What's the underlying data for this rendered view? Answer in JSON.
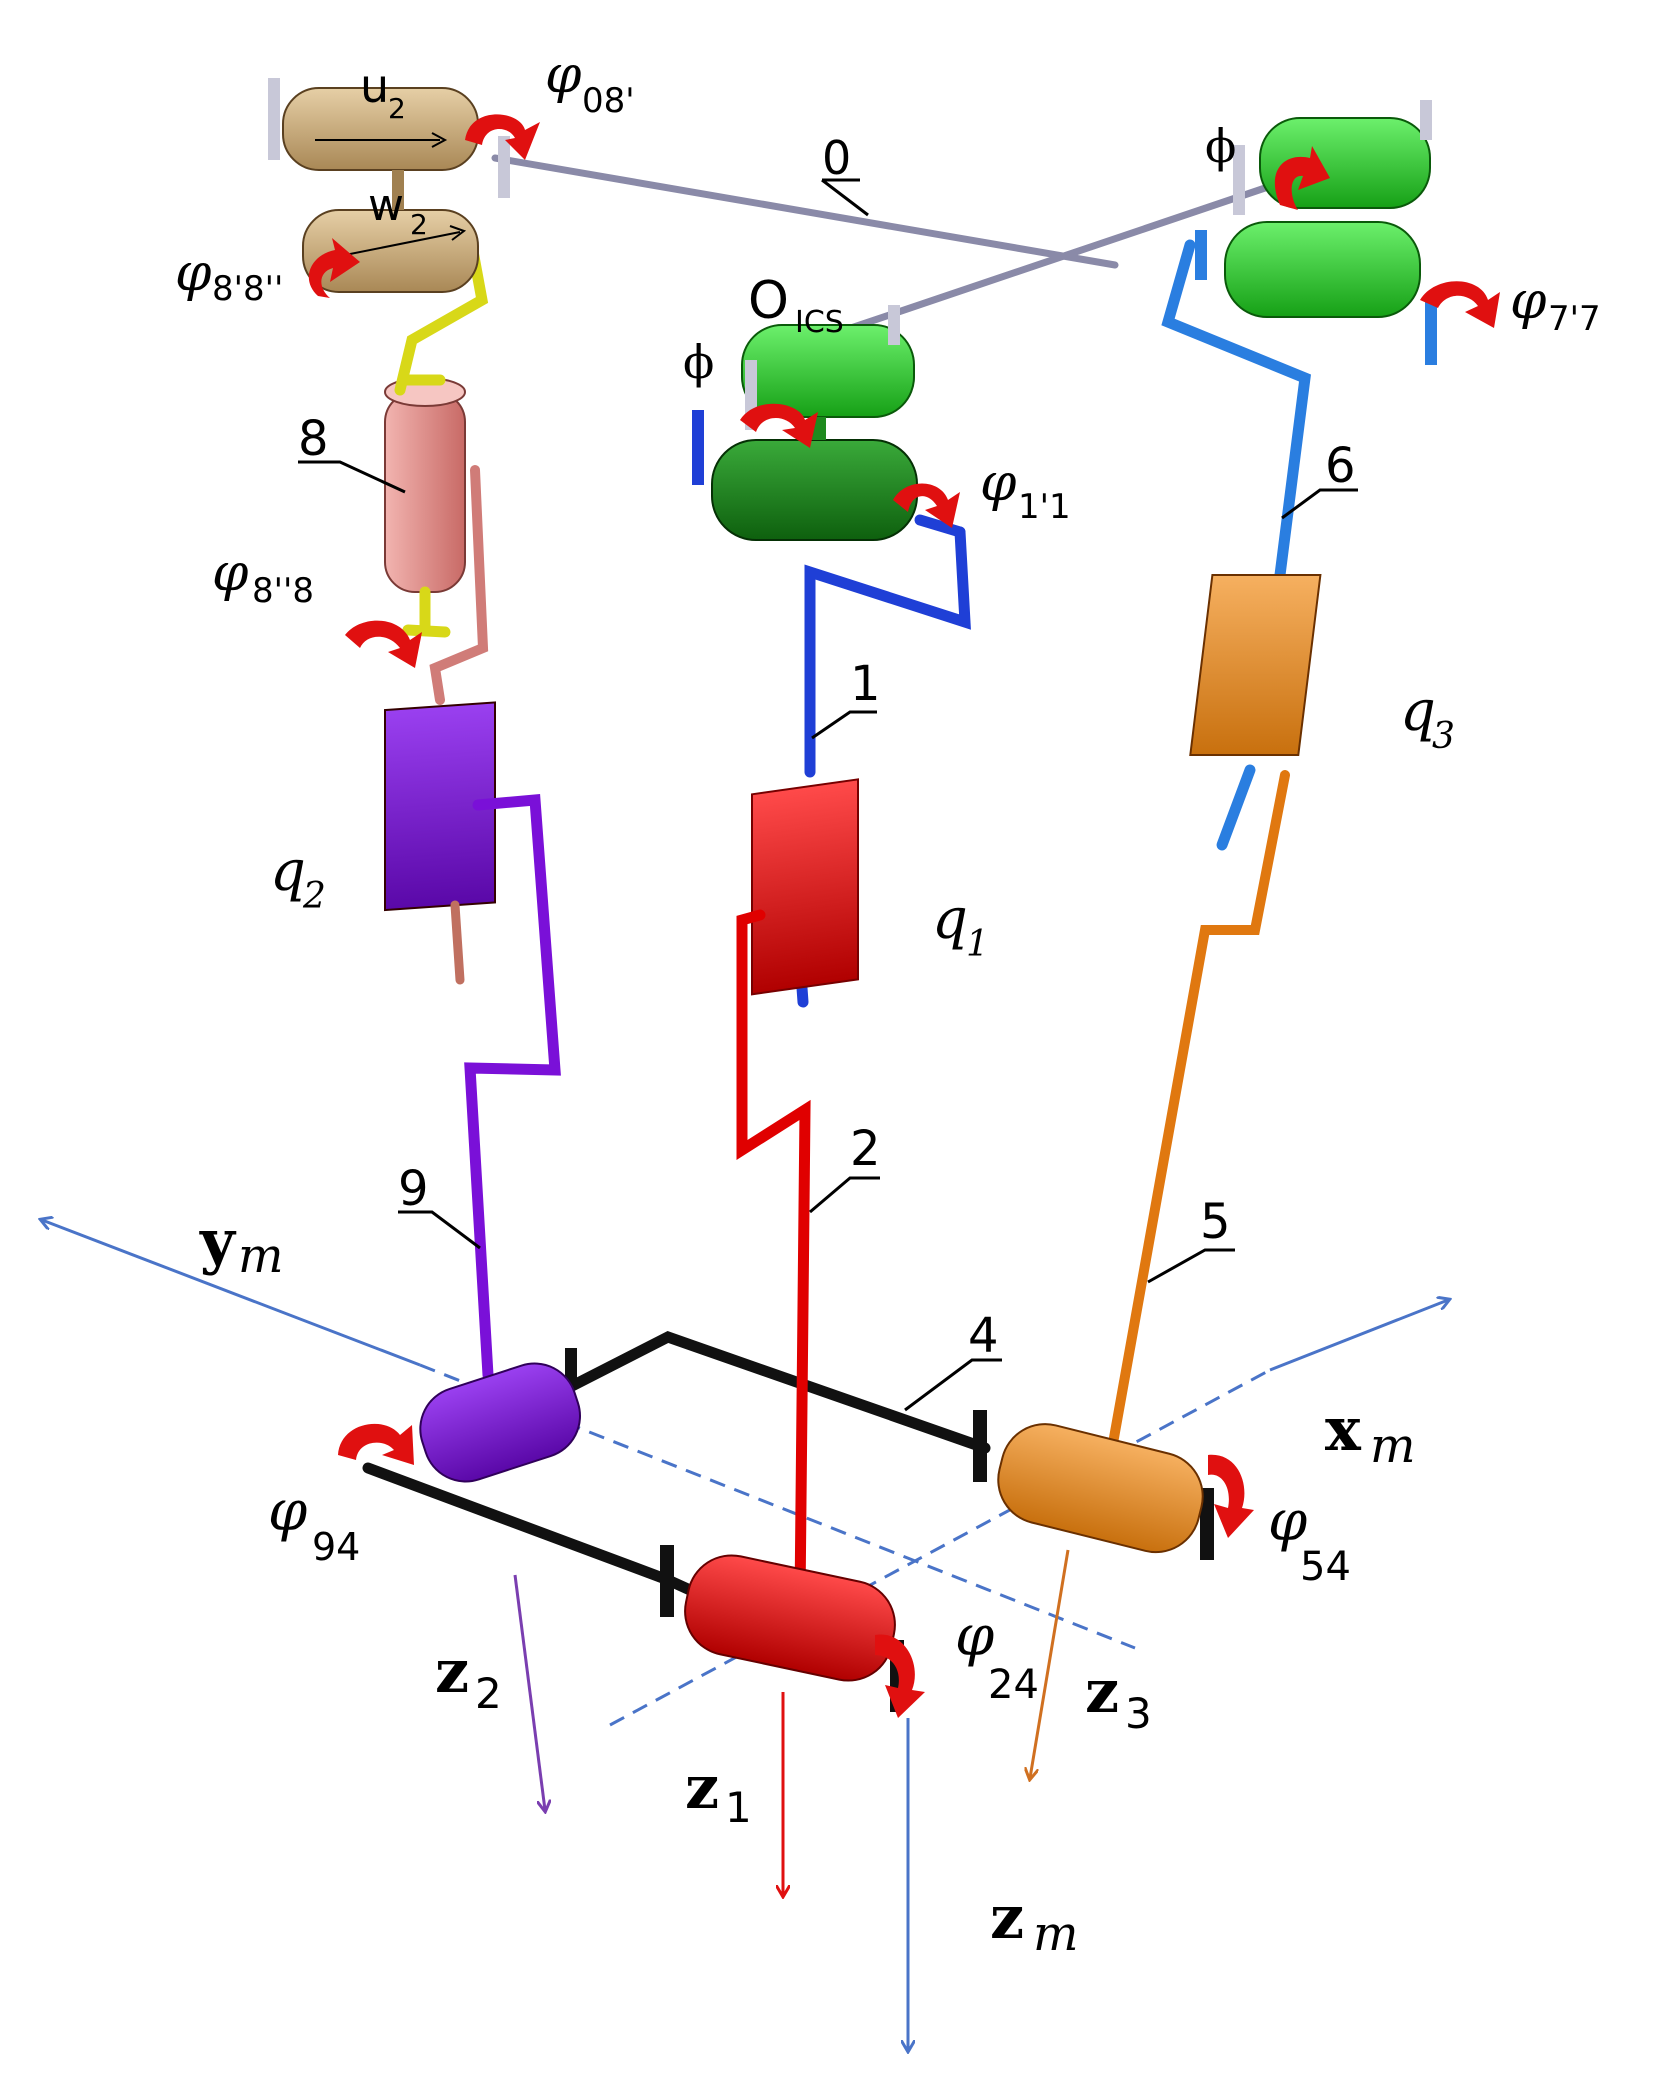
{
  "colors": {
    "link1": "#1f3fd6",
    "link2": "#e00000",
    "link3": "#e07810",
    "link4": "#111111",
    "link6": "#2a7ee0",
    "link8": "#e88e8e",
    "link9": "#7a10d8",
    "joint_green": "#1ec81e",
    "joint_darkgreen": "#1a8a1a",
    "joint_tan": "#c8a878",
    "arrow_red": "#e01010",
    "axis_blue": "#4a74c8",
    "axis_purple": "#7a3eb0",
    "axis_orange": "#d07020",
    "axis_red": "#e01010"
  },
  "labels": {
    "u2_main": "u",
    "u2_sub": "2",
    "w2_main": "w",
    "w2_sub": "2",
    "phi08_main": "φ",
    "phi08_sub": "08'",
    "link0": "0",
    "phi_top_right": "ϕ",
    "phi88a_main": "φ",
    "phi88a_sub": "8'8''",
    "oics_main": "O",
    "oics_sub": "ICS",
    "phi_left_mid": "ϕ",
    "phi77_main": "φ",
    "phi77_sub": "7'7",
    "link8": "8",
    "link6": "6",
    "phi11_main": "φ",
    "phi11_sub": "1'1",
    "phi88b_main": "φ",
    "phi88b_sub": "8''8",
    "link1": "1",
    "q3_main": "q",
    "q3_sub": "3",
    "q2_main": "q",
    "q2_sub": "2",
    "q1_main": "q",
    "q1_sub": "1",
    "link2": "2",
    "link9": "9",
    "link5": "5",
    "ym_main": "y",
    "ym_sub": "m",
    "link4": "4",
    "xm_main": "x",
    "xm_sub": "m",
    "phi94_main": "φ",
    "phi94_sub": "94",
    "phi54_main": "φ",
    "phi54_sub": "54",
    "phi24_main": "φ",
    "phi24_sub": "24",
    "z2_main": "z",
    "z2_sub": "2",
    "z3_main": "z",
    "z3_sub": "3",
    "z1_main": "z",
    "z1_sub": "1",
    "zm_main": "z",
    "zm_sub": "m"
  }
}
